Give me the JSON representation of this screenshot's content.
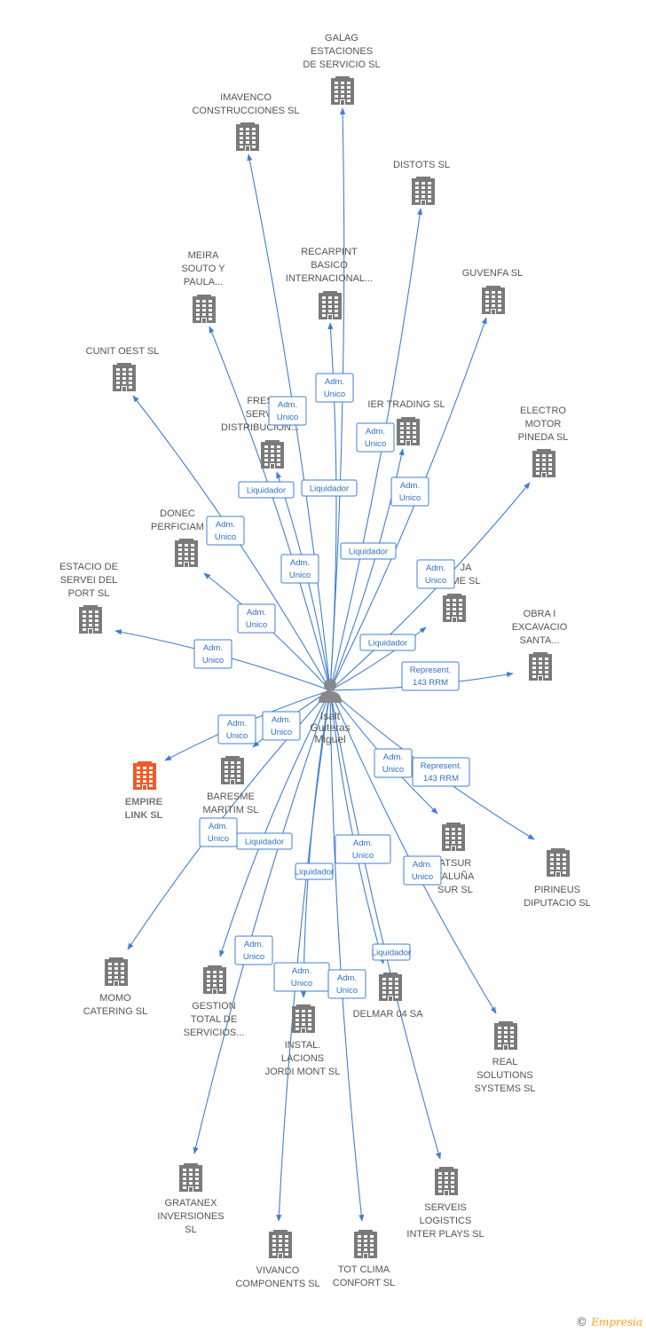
{
  "center": {
    "label_lines": [
      "Isalt",
      "Guiteras",
      "Miguel"
    ],
    "icon": "person-icon"
  },
  "colors": {
    "edge": "#3f7fd3",
    "building": "#7a7a7a",
    "highlight": "#f05a28"
  },
  "nodes": [
    {
      "id": "galag",
      "lines": [
        "GALAG",
        "ESTACIONES",
        "DE SERVICIO SL"
      ],
      "icon": "building-icon"
    },
    {
      "id": "imavenco",
      "lines": [
        "IMAVENCO",
        "CONSTRUCCIONES SL"
      ],
      "icon": "building-icon"
    },
    {
      "id": "distots",
      "lines": [
        "DISTOTS SL"
      ],
      "icon": "building-icon"
    },
    {
      "id": "recarpint",
      "lines": [
        "RECARPINT",
        "BASICO",
        "INTERNACIONAL..."
      ],
      "icon": "building-icon"
    },
    {
      "id": "meira",
      "lines": [
        "MEIRA",
        "SOUTO Y",
        "PAULA..."
      ],
      "icon": "building-icon"
    },
    {
      "id": "guvenfa",
      "lines": [
        "GUVENFA SL"
      ],
      "icon": "building-icon"
    },
    {
      "id": "cunit",
      "lines": [
        "CUNIT OEST SL"
      ],
      "icon": "building-icon"
    },
    {
      "id": "fres",
      "lines": [
        "FRES",
        "SERVI",
        "DISTRIBUCION..."
      ],
      "icon": "building-icon"
    },
    {
      "id": "ier",
      "lines": [
        "IER TRADING SL"
      ],
      "icon": "building-icon"
    },
    {
      "id": "electro",
      "lines": [
        "ELECTRO",
        "MOTOR",
        "PINEDA SL"
      ],
      "icon": "building-icon"
    },
    {
      "id": "donec",
      "lines": [
        "DONEC",
        "PERFICIAM"
      ],
      "icon": "building-icon"
    },
    {
      "id": "estacio",
      "lines": [
        "ESTACIO DE",
        "SERVEI DEL",
        "PORT  SL"
      ],
      "icon": "building-icon"
    },
    {
      "id": "ja",
      "lines": [
        "JA",
        "ME SL"
      ],
      "icon": "building-icon"
    },
    {
      "id": "obra",
      "lines": [
        "OBRA I",
        "EXCAVACIO",
        "SANTA..."
      ],
      "icon": "building-icon"
    },
    {
      "id": "empire",
      "lines": [
        "EMPIRE",
        "LINK  SL"
      ],
      "icon": "building-icon",
      "highlight": true
    },
    {
      "id": "baresme",
      "lines": [
        "BARESME",
        "MARITIM  SL"
      ],
      "icon": "building-icon"
    },
    {
      "id": "atsur",
      "lines": [
        "ATSUR",
        "TALUÑA",
        "SUR  SL"
      ],
      "icon": "building-icon"
    },
    {
      "id": "pirineus",
      "lines": [
        "PIRINEUS",
        "DIPUTACIO SL"
      ],
      "icon": "building-icon"
    },
    {
      "id": "momo",
      "lines": [
        "MOMO",
        "CATERING SL"
      ],
      "icon": "building-icon"
    },
    {
      "id": "gestion",
      "lines": [
        "GESTION",
        "TOTAL DE",
        "SERVICIOS..."
      ],
      "icon": "building-icon"
    },
    {
      "id": "instal",
      "lines": [
        "INSTAL.",
        "LACIONS",
        "JORDI MONT SL"
      ],
      "icon": "building-icon"
    },
    {
      "id": "delmar",
      "lines": [
        "DELMAR 04 SA"
      ],
      "icon": "building-icon"
    },
    {
      "id": "real",
      "lines": [
        "REAL",
        "SOLUTIONS",
        "SYSTEMS  SL"
      ],
      "icon": "building-icon"
    },
    {
      "id": "gratanex",
      "lines": [
        "GRATANEX",
        "INVERSIONES",
        "SL"
      ],
      "icon": "building-icon"
    },
    {
      "id": "serveis",
      "lines": [
        "SERVEIS",
        "LOGISTICS",
        "INTER PLAYS SL"
      ],
      "icon": "building-icon"
    },
    {
      "id": "vivanco",
      "lines": [
        "VIVANCO",
        "COMPONENTS SL"
      ],
      "icon": "building-icon"
    },
    {
      "id": "totclima",
      "lines": [
        "TOT CLIMA",
        "CONFORT  SL"
      ],
      "icon": "building-icon"
    }
  ],
  "relations": [
    {
      "id": "r1",
      "lines": [
        "Adm.",
        "Unico"
      ]
    },
    {
      "id": "r2",
      "lines": [
        "Adm.",
        "Unico"
      ]
    },
    {
      "id": "r3",
      "lines": [
        "Adm.",
        "Unico"
      ]
    },
    {
      "id": "r4",
      "lines": [
        "Liquidador"
      ]
    },
    {
      "id": "r5",
      "lines": [
        "Liquidador"
      ]
    },
    {
      "id": "r6",
      "lines": [
        "Adm.",
        "Unico"
      ]
    },
    {
      "id": "r7",
      "lines": [
        "Adm.",
        "Unico"
      ]
    },
    {
      "id": "r8",
      "lines": [
        "Liquidador"
      ]
    },
    {
      "id": "r9",
      "lines": [
        "Adm.",
        "Unico"
      ]
    },
    {
      "id": "r10",
      "lines": [
        "Adm.",
        "Unico"
      ]
    },
    {
      "id": "r11",
      "lines": [
        "Adm.",
        "Unico"
      ]
    },
    {
      "id": "r12",
      "lines": [
        "Adm.",
        "Unico"
      ]
    },
    {
      "id": "r13",
      "lines": [
        "Liquidador"
      ]
    },
    {
      "id": "r14",
      "lines": [
        "Represent.",
        "143 RRM"
      ]
    },
    {
      "id": "r15",
      "lines": [
        "Adm.",
        "Unico"
      ]
    },
    {
      "id": "r16",
      "lines": [
        "Adm.",
        "Unico"
      ]
    },
    {
      "id": "r17",
      "lines": [
        "Adm.",
        "Unico"
      ]
    },
    {
      "id": "r18",
      "lines": [
        "Represent.",
        "143 RRM"
      ]
    },
    {
      "id": "r19",
      "lines": [
        "Adm.",
        "Unico"
      ]
    },
    {
      "id": "r20",
      "lines": [
        "Liquidador"
      ]
    },
    {
      "id": "r21",
      "lines": [
        "Adm.",
        "Unico"
      ]
    },
    {
      "id": "r22",
      "lines": [
        "Liquidador"
      ]
    },
    {
      "id": "r23",
      "lines": [
        "Adm.",
        "Unico"
      ]
    },
    {
      "id": "r24",
      "lines": [
        "Adm.",
        "Unico"
      ]
    },
    {
      "id": "r25",
      "lines": [
        "Liquidador"
      ]
    },
    {
      "id": "r26",
      "lines": [
        "Adm.",
        "Unico"
      ]
    },
    {
      "id": "r27",
      "lines": [
        "Adm.",
        "Unico"
      ]
    }
  ],
  "footer": {
    "copyright": "©",
    "brand": "Empresia"
  }
}
